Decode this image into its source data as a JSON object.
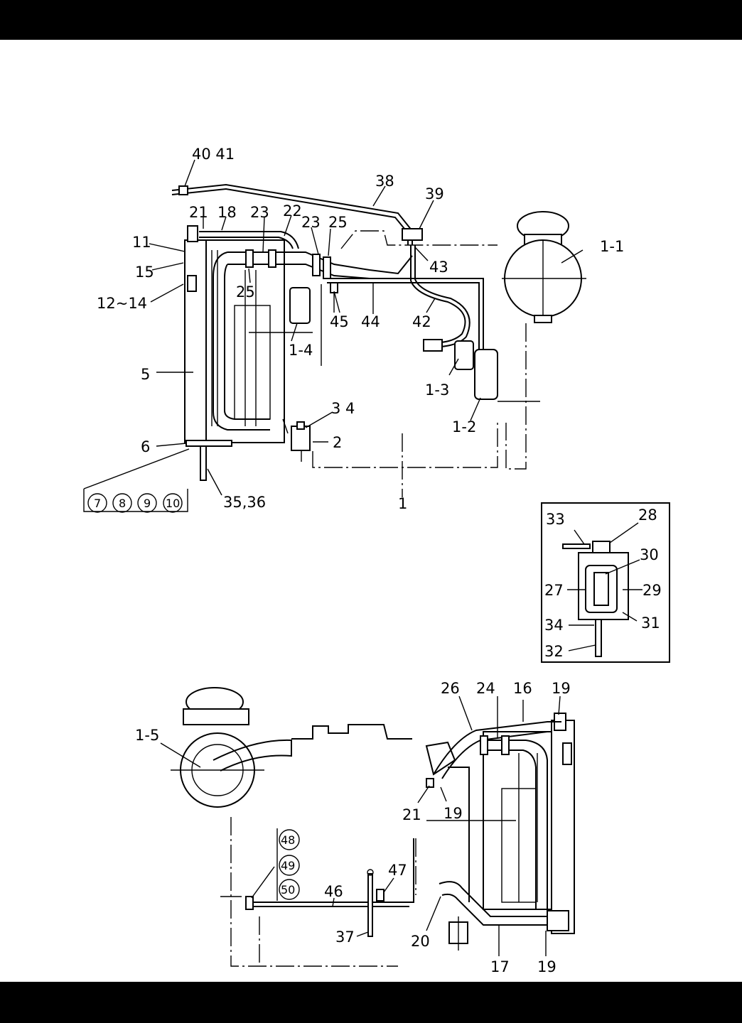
{
  "labels": {
    "top_view": {
      "l40_41": "40 41",
      "l38": "38",
      "l39": "39",
      "l21": "21",
      "l18": "18",
      "l23a": "23",
      "l22": "22",
      "l23b": "23",
      "l25a": "25",
      "l11": "11",
      "l1_1": "1-1",
      "l15": "15",
      "l43": "43",
      "l25b": "25",
      "l12_14": "12~14",
      "l45": "45",
      "l44": "44",
      "l42": "42",
      "l1_4": "1-4",
      "l5": "5",
      "l1_3": "1-3",
      "l34": "3 4",
      "l1_2": "1-2",
      "l2": "2",
      "l6": "6",
      "l35_36": "35,36",
      "l1": "1",
      "c7": "7",
      "c8": "8",
      "c9": "9",
      "c10": "10"
    },
    "inset": {
      "l33": "33",
      "l28": "28",
      "l30": "30",
      "l27": "27",
      "l29": "29",
      "l34": "34",
      "l31": "31",
      "l32": "32"
    },
    "bottom_view": {
      "l26": "26",
      "l24": "24",
      "l16": "16",
      "l19a": "19",
      "l1_5": "1-5",
      "l21": "21",
      "l19b": "19",
      "c48": "48",
      "c49": "49",
      "c50": "50",
      "l46": "46",
      "l47": "47",
      "l37": "37",
      "l20": "20",
      "l17": "17",
      "l19c": "19"
    }
  }
}
